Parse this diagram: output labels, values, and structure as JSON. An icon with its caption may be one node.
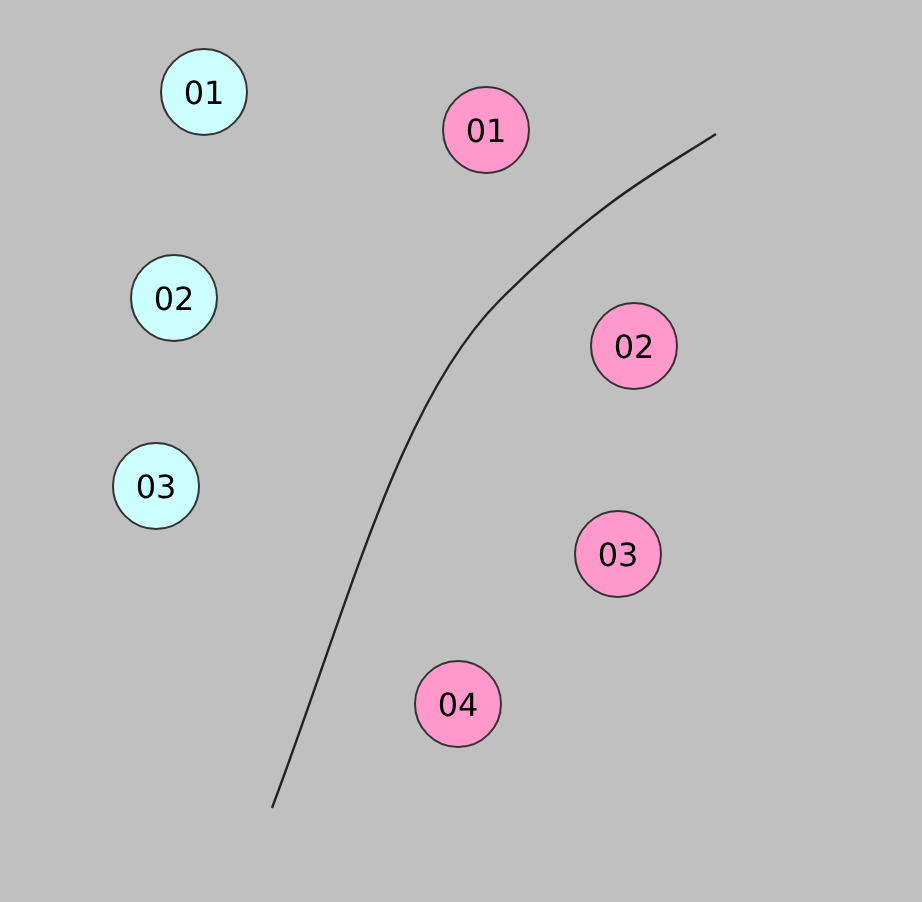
{
  "diagram": {
    "nodes": [
      {
        "text": [
          "01"
        ]
      },
      {
        "text": [
          "02"
        ]
      },
      {
        "text": [
          "03"
        ]
      },
      {
        "text": [
          "01"
        ]
      },
      {
        "text": [
          "02"
        ]
      },
      {
        "text": [
          "03"
        ]
      },
      {
        "text": [
          "04"
        ]
      }
    ]
  }
}
